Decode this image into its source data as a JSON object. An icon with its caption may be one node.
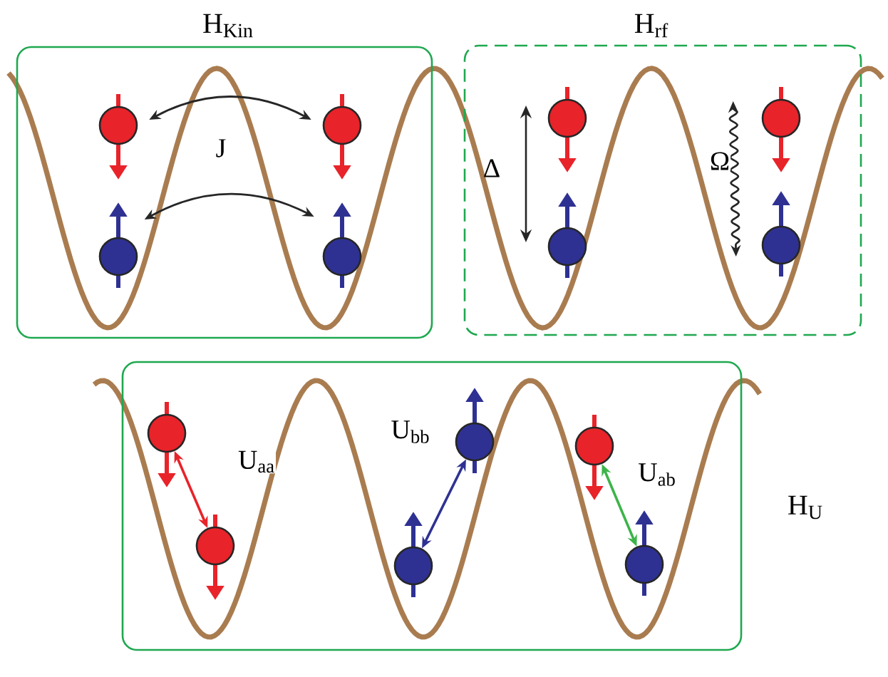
{
  "diagram": {
    "nodes": [
      {
        "text": [
          "H$_{Kin}$"
        ]
      },
      {
        "text": [],
        "shape": "circle",
        "in": 0
      },
      {
        "text": [],
        "shape": "circle",
        "in": 0
      },
      {
        "text": [],
        "shape": "circle",
        "in": 0
      },
      {
        "text": [],
        "shape": "circle",
        "in": 0
      },
      {
        "text": [
          "H$_{rf}$"
        ]
      },
      {
        "text": [],
        "shape": "circle",
        "in": 5
      },
      {
        "text": [],
        "shape": "circle",
        "in": 5
      },
      {
        "text": [],
        "shape": "circle",
        "in": 5
      },
      {
        "text": [],
        "shape": "circle",
        "in": 5
      },
      {
        "text": [
          "H$_{U}$"
        ]
      },
      {
        "text": [],
        "shape": "circle",
        "in": 10
      },
      {
        "text": [],
        "shape": "circle",
        "in": 10
      },
      {
        "text": [],
        "shape": "circle",
        "in": 10
      },
      {
        "text": [],
        "shape": "circle",
        "in": 10
      },
      {
        "text": [],
        "shape": "circle",
        "in": 10
      },
      {
        "text": [],
        "shape": "circle",
        "in": 10
      }
    ],
    "edges": [
      {
        "from": 1,
        "to": 3,
        "arrow": "both",
        "label": "J"
      },
      {
        "from": 2,
        "to": 4,
        "arrow": "both"
      },
      {
        "from": 8,
        "to": 9,
        "arrow": "both",
        "label": "Ω"
      },
      {
        "from": 11,
        "to": 12,
        "arrow": "both",
        "label": "U$_{aa}$",
        "color": "#e8232a"
      },
      {
        "from": 14,
        "to": 13,
        "arrow": "both",
        "label": "U$_{bb}$",
        "color": "#2e3192"
      },
      {
        "from": 15,
        "to": 16,
        "arrow": "both",
        "label": "U$_{ab}$",
        "color": "#3cb449"
      }
    ],
    "labels": [
      "Δ"
    ]
  }
}
